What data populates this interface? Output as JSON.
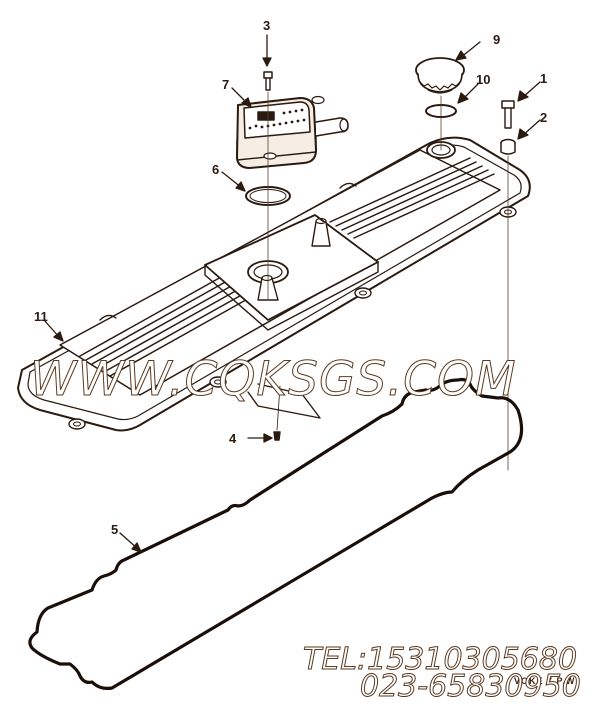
{
  "diagram": {
    "type": "exploded-parts-diagram",
    "subject": "valve cover assembly",
    "colors": {
      "line": "#2a1a10",
      "tint": "#f6eee4",
      "watermark_stroke": "#5a3a20",
      "background": "#ffffff"
    },
    "callouts": [
      {
        "number": "1",
        "part": "bolt"
      },
      {
        "number": "2",
        "part": "isolator / grommet"
      },
      {
        "number": "3",
        "part": "screw"
      },
      {
        "number": "4",
        "part": "plug / rivet"
      },
      {
        "number": "5",
        "part": "valve cover gasket"
      },
      {
        "number": "6",
        "part": "o-ring seal"
      },
      {
        "number": "7",
        "part": "breather / separator module"
      },
      {
        "number": "9",
        "part": "oil filler cap"
      },
      {
        "number": "10",
        "part": "o-ring seal"
      },
      {
        "number": "11",
        "part": "valve cover"
      }
    ]
  },
  "watermark": {
    "url": "WWW.CQKSGS.COM",
    "tel": "TEL:15310305680",
    "phone": "023-65830950"
  },
  "stamp": "VOKE 7 P.W"
}
